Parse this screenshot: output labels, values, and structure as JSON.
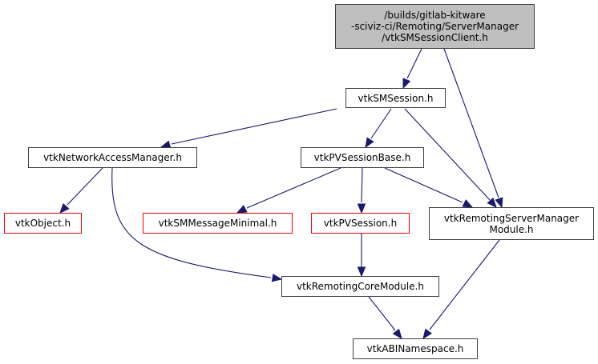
{
  "diagram": {
    "title": "include dependency graph",
    "colors": {
      "edge": "#191970",
      "root_fill": "#bfbfbf",
      "node_border": "#404040",
      "missing_border": "#ff0000"
    },
    "nodes": [
      {
        "id": "root",
        "label": "/builds/gitlab-kitware\n-sciviz-ci/Remoting/ServerManager\n/vtkSMSessionClient.h",
        "kind": "root"
      },
      {
        "id": "smsession",
        "label": "vtkSMSession.h",
        "kind": "normal"
      },
      {
        "id": "netaccess",
        "label": "vtkNetworkAccessManager.h",
        "kind": "normal"
      },
      {
        "id": "pvsessionbase",
        "label": "vtkPVSessionBase.h",
        "kind": "normal"
      },
      {
        "id": "object",
        "label": "vtkObject.h",
        "kind": "missing"
      },
      {
        "id": "smmessage",
        "label": "vtkSMMessageMinimal.h",
        "kind": "missing"
      },
      {
        "id": "pvsession",
        "label": "vtkPVSession.h",
        "kind": "missing"
      },
      {
        "id": "rsmmodule",
        "label": "vtkRemotingServerManager\nModule.h",
        "kind": "normal"
      },
      {
        "id": "coremodule",
        "label": "vtkRemotingCoreModule.h",
        "kind": "normal"
      },
      {
        "id": "abins",
        "label": "vtkABINamespace.h",
        "kind": "normal"
      }
    ],
    "edges": [
      [
        "root",
        "smsession"
      ],
      [
        "root",
        "rsmmodule"
      ],
      [
        "smsession",
        "netaccess"
      ],
      [
        "smsession",
        "pvsessionbase"
      ],
      [
        "smsession",
        "rsmmodule"
      ],
      [
        "netaccess",
        "object"
      ],
      [
        "netaccess",
        "coremodule"
      ],
      [
        "pvsessionbase",
        "smmessage"
      ],
      [
        "pvsessionbase",
        "pvsession"
      ],
      [
        "pvsessionbase",
        "rsmmodule"
      ],
      [
        "pvsession",
        "coremodule"
      ],
      [
        "rsmmodule",
        "abins"
      ],
      [
        "coremodule",
        "abins"
      ]
    ]
  }
}
